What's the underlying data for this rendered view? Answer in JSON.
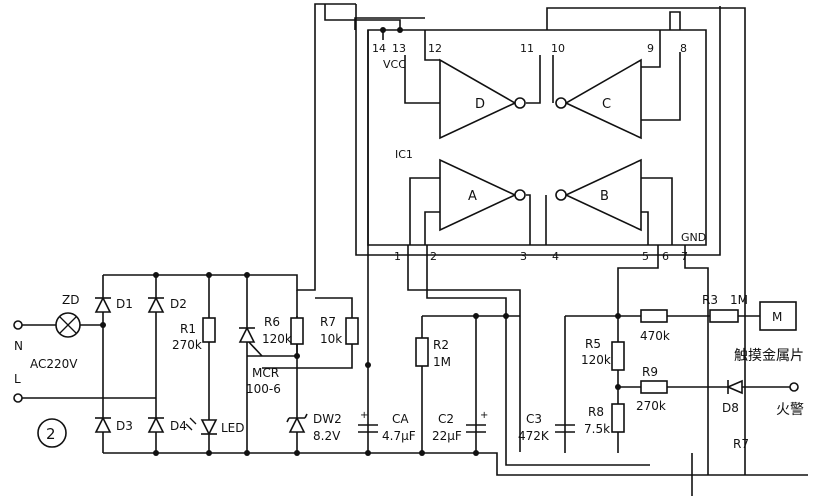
{
  "figure_number": "2",
  "inputs": {
    "n": "N",
    "l": "L",
    "lamp": "ZD",
    "mains": "AC220V"
  },
  "ic": {
    "name": "IC1",
    "vcc": "VCC",
    "gnd": "GND",
    "gates": {
      "a": "A",
      "b": "B",
      "c": "C",
      "d": "D"
    },
    "pins": {
      "p1": "1",
      "p2": "2",
      "p3": "3",
      "p4": "4",
      "p5": "5",
      "p6": "6",
      "p7": "7",
      "p8": "8",
      "p9": "9",
      "p10": "10",
      "p11": "11",
      "p12": "12",
      "p13": "13",
      "p14": "14"
    }
  },
  "diodes": {
    "d1": "D1",
    "d2": "D2",
    "d3": "D3",
    "d4": "D4",
    "d8": "D8",
    "led": "LED"
  },
  "resistors": {
    "r1": {
      "name": "R1",
      "value": "270k"
    },
    "r2": {
      "name": "R2",
      "value": "1M"
    },
    "r3": {
      "name": "R3",
      "value": "1M"
    },
    "r3_value2": "470k",
    "r5": {
      "name": "R5",
      "value": "120k"
    },
    "r6": {
      "name": "R6",
      "value": "120k"
    },
    "r7": {
      "name": "R7",
      "value": "10k"
    },
    "r7_bottom": "R7",
    "r8": {
      "name": "R8",
      "value": "7.5k"
    },
    "r9": {
      "name": "R9",
      "value": "270k"
    }
  },
  "scr": {
    "name": "MCR",
    "part": "100-6"
  },
  "zener": {
    "name": "DW2",
    "value": "8.2V"
  },
  "capacitors": {
    "ca": {
      "name": "CA",
      "value": "4.7μF"
    },
    "c2": {
      "name": "C2",
      "value": "22μF"
    },
    "c3": {
      "name": "C3",
      "value": "472K"
    }
  },
  "touch": {
    "box": "M",
    "label": "触摸金属片"
  },
  "fire": "火警",
  "colors": {
    "ink": "#111111",
    "paper": "#ffffff"
  }
}
